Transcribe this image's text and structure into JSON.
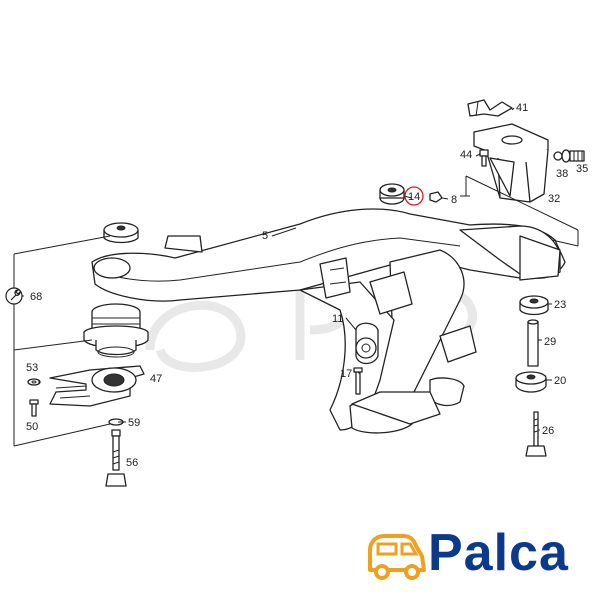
{
  "labels": {
    "p5": "5",
    "p8": "8",
    "p11": "11",
    "p14": "14",
    "p17": "17",
    "p20": "20",
    "p23": "23",
    "p26": "26",
    "p29": "29",
    "p32": "32",
    "p35": "35",
    "p38": "38",
    "p41": "41",
    "p44": "44",
    "p47": "47",
    "p50": "50",
    "p53": "53",
    "p56": "56",
    "p59": "59",
    "p68": "68"
  },
  "highlight": {
    "label": "p14",
    "color": "#d22020"
  },
  "logo": {
    "text": "Palca",
    "color": "#0b3a8c",
    "accent": "#f0a020"
  }
}
